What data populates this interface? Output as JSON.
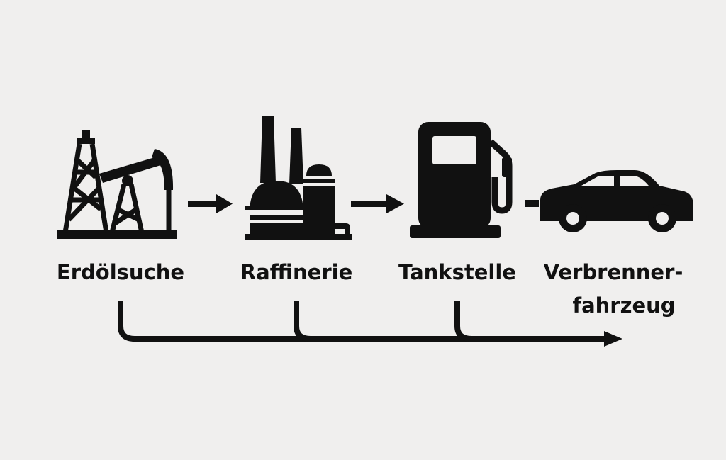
{
  "diagram": {
    "stages": [
      {
        "label": "Erdölsuche",
        "icon": "oil-derrick-pumpjack-icon"
      },
      {
        "label": "Raffinerie",
        "icon": "refinery-icon"
      },
      {
        "label": "Tankstelle",
        "icon": "fuel-pump-icon"
      },
      {
        "label_line1": "Verbrenner-",
        "label_line2": "fahrzeug",
        "icon": "car-icon"
      }
    ],
    "colors": {
      "background": "#f0efee",
      "ink": "#111111"
    }
  }
}
